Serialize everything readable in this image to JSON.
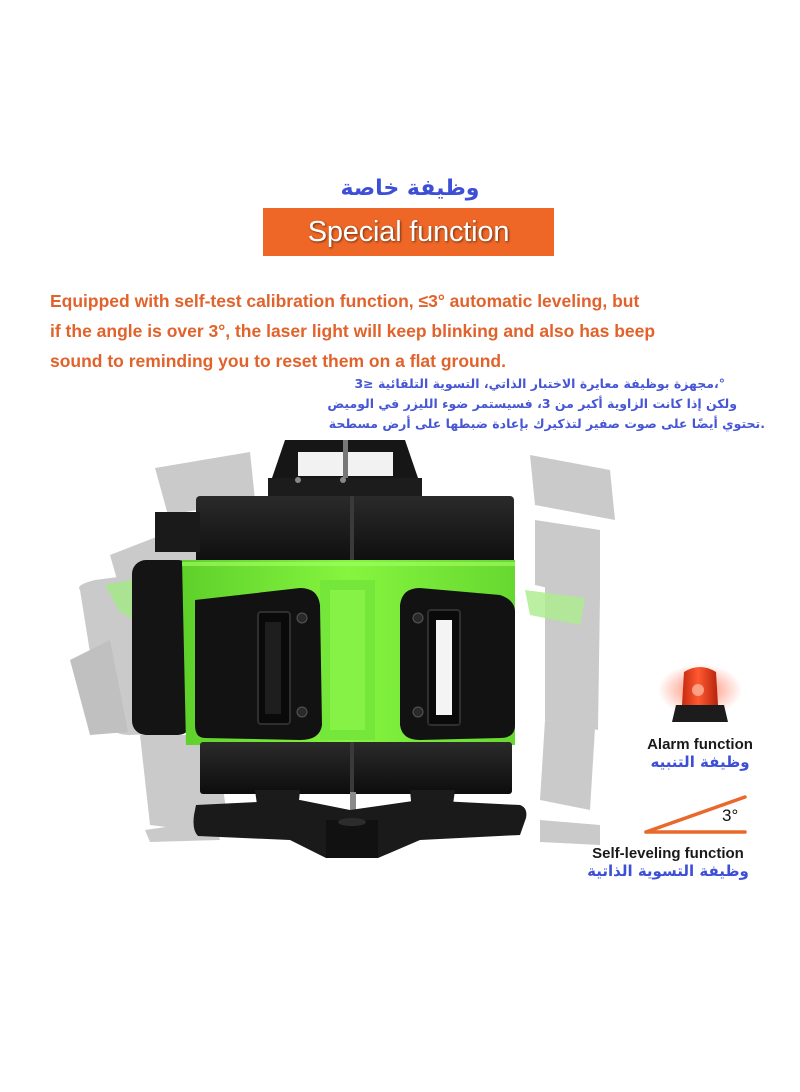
{
  "header": {
    "arabic_title": "وظيفة خاصة",
    "banner_title": "Special function"
  },
  "description": {
    "english_lines": [
      "Equipped with self-test calibration function, ≤3° automatic leveling, but",
      "if the angle is over 3°, the laser light will keep blinking and also has beep",
      "sound to reminding you to reset them on a flat ground."
    ],
    "arabic_lines": [
      "°،مجهزة بوظيفة معايرة الاختبار الذاتي، التسوية التلقائية ≤3",
      "ولكن إذا كانت الزاوية أكبر من 3، فسيستمر ضوء الليزر في الوميض",
      ".تحتوي أيضًا على صوت صفير لتذكيرك بإعادة ضبطها على أرض مسطحة"
    ]
  },
  "product": {
    "name": "green-beam-laser-level",
    "colors": {
      "body": "#141414",
      "accent": "#7cf03a",
      "ghost": "#bdbdbd"
    }
  },
  "features": [
    {
      "icon": "alarm-beacon-icon",
      "label": "Alarm function",
      "arabic_label": "وظيفة التنبيه"
    },
    {
      "icon": "angle-icon",
      "angle_label": "3°",
      "label": "Self-leveling function",
      "arabic_label": "وظيفة التسوية الذاتية"
    }
  ],
  "colors": {
    "banner": "#ee6726",
    "english_text": "#e2622b",
    "arabic_text": "#3d4fd6"
  }
}
